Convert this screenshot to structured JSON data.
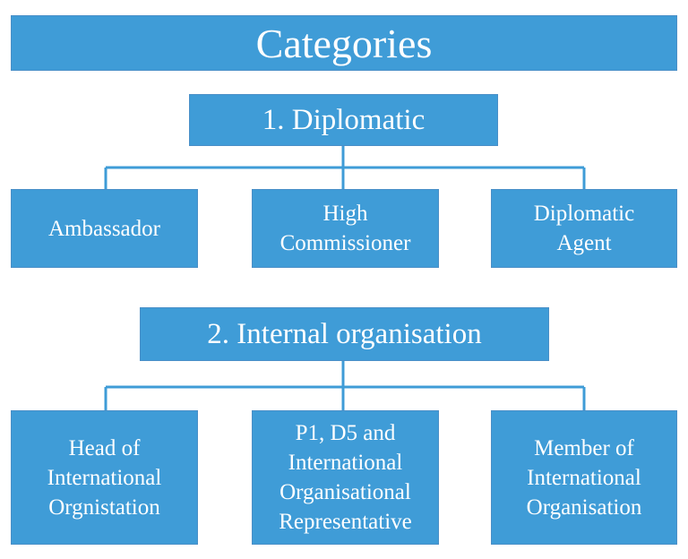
{
  "colors": {
    "box_fill": "#3f9cd7",
    "line": "#3f9cd7",
    "text": "#ffffff"
  },
  "title": "Categories",
  "sections": [
    {
      "heading": "1. Diplomatic",
      "children": [
        "Ambassador",
        "High\nCommissioner",
        "Diplomatic\nAgent"
      ]
    },
    {
      "heading": "2. Internal organisation",
      "children": [
        "Head of\nInternational\nOrgnistation",
        "P1, D5 and\nInternational\nOrganisational\nRepresentative",
        "Member of\nInternational\nOrganisation"
      ]
    }
  ]
}
